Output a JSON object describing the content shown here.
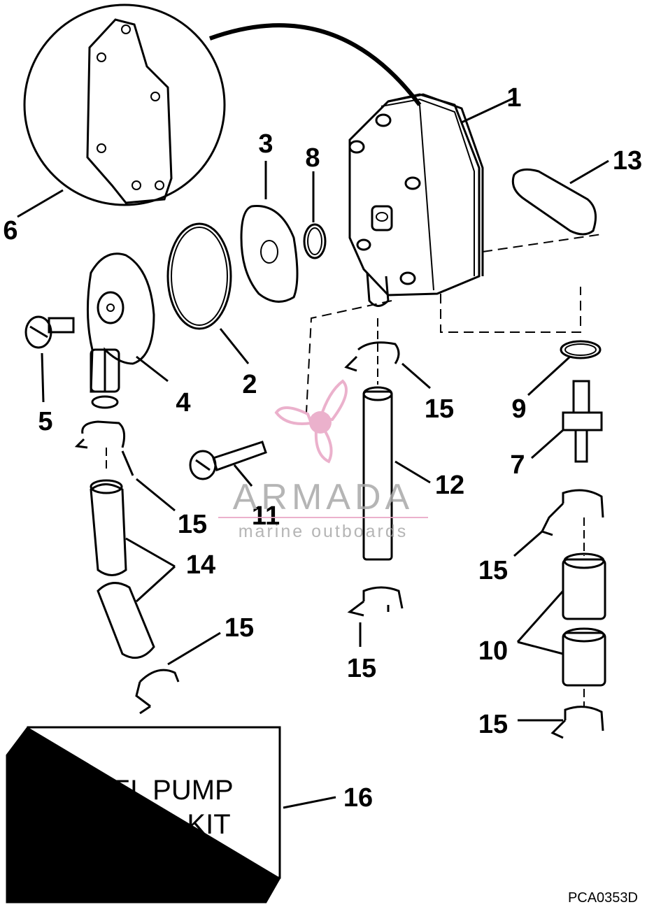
{
  "callouts": {
    "c1": "1",
    "c2": "2",
    "c3": "3",
    "c4": "4",
    "c5": "5",
    "c6": "6",
    "c7": "7",
    "c8": "8",
    "c9": "9",
    "c10": "10",
    "c11": "11",
    "c12": "12",
    "c13": "13",
    "c14": "14",
    "c15": "15",
    "c16": "16"
  },
  "kit": {
    "line1": "FUEL PUMP",
    "line2": "REPAIR KIT"
  },
  "drawing_code": "PCA0353D",
  "watermark": {
    "title": "ARMADA",
    "subtitle": "marine outboards"
  },
  "colors": {
    "ink": "#000000",
    "background": "#ffffff",
    "watermark_pink": "#e8a4c4",
    "watermark_grey": "#a9a9a9"
  }
}
